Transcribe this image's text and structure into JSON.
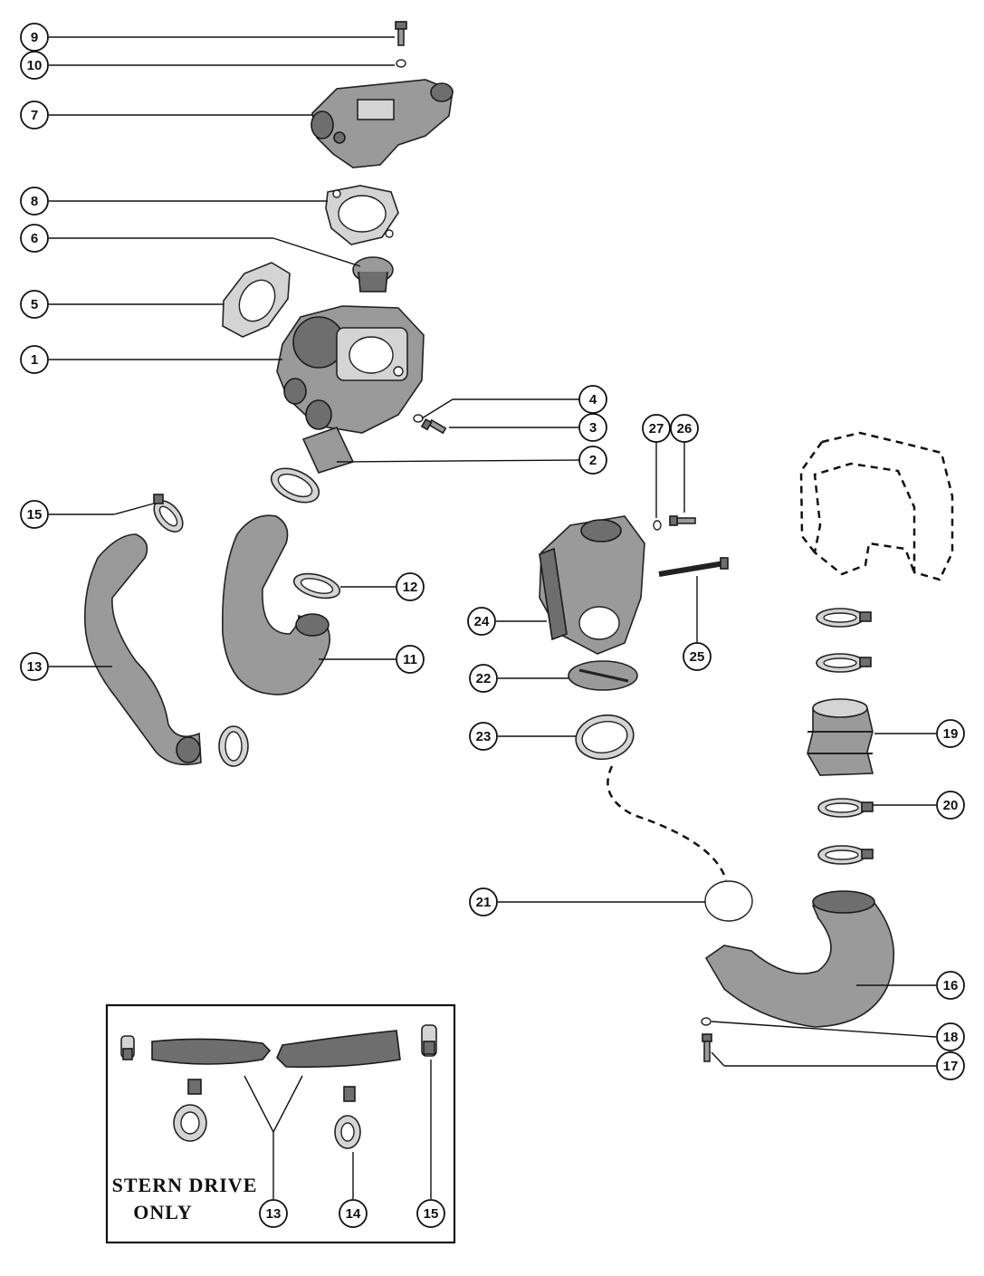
{
  "diagram": {
    "callouts": [
      "9",
      "10",
      "7",
      "8",
      "6",
      "5",
      "1",
      "4",
      "3",
      "2",
      "27",
      "26",
      "15",
      "12",
      "13",
      "11",
      "24",
      "25",
      "22",
      "23",
      "19",
      "20",
      "21",
      "16",
      "18",
      "17"
    ],
    "inset": {
      "label_line1": "STERN DRIVE",
      "label_line2": "ONLY",
      "callouts": [
        "13",
        "14",
        "15"
      ]
    }
  },
  "colors": {
    "ink": "#111111",
    "part_fill": "#9a9a9a",
    "paper": "#ffffff"
  }
}
